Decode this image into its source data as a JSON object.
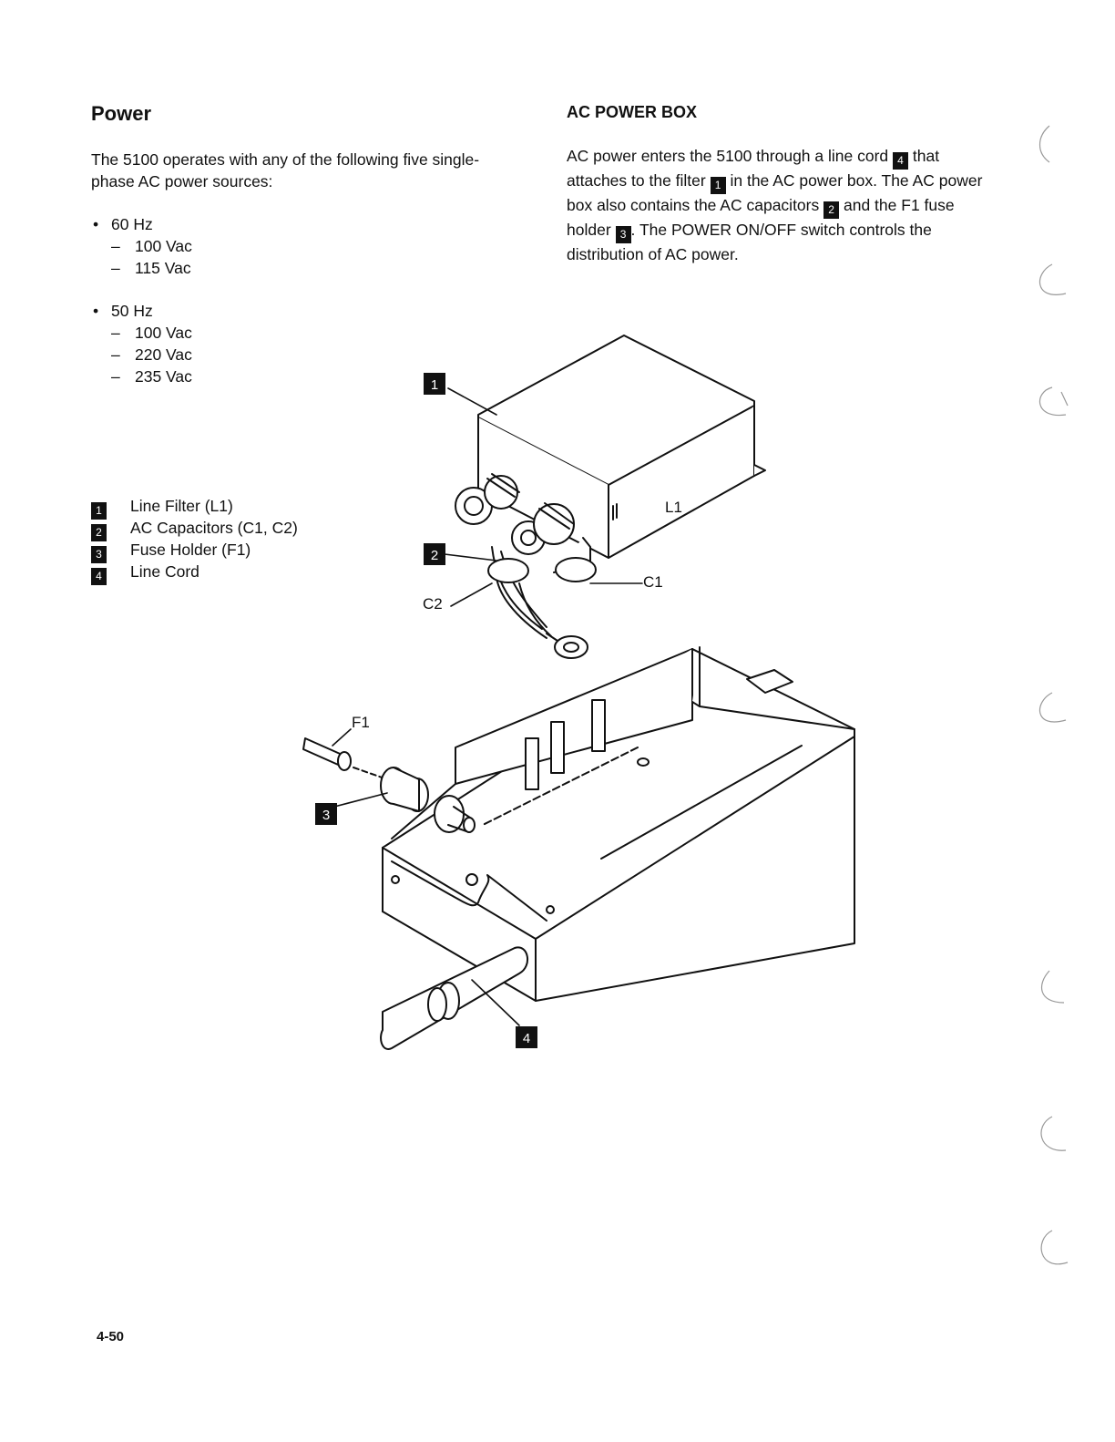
{
  "left": {
    "title": "Power",
    "intro": "The 5100 operates with any of the following five single-phase AC power sources:",
    "sources": [
      {
        "freq": "60 Hz",
        "voltages": [
          "100 Vac",
          "115 Vac"
        ]
      },
      {
        "freq": "50 Hz",
        "voltages": [
          "100 Vac",
          "220 Vac",
          "235 Vac"
        ]
      }
    ],
    "dash": "–",
    "legend": [
      {
        "num": "1",
        "label": "Line Filter (L1)"
      },
      {
        "num": "2",
        "label": "AC Capacitors (C1, C2)"
      },
      {
        "num": "3",
        "label": "Fuse Holder (F1)"
      },
      {
        "num": "4",
        "label": "Line Cord"
      }
    ]
  },
  "right": {
    "title": "AC POWER BOX",
    "p1": "AC power enters the 5100 through a line cord",
    "m1": "4",
    "p2": "that attaches to the filter",
    "m2": "1",
    "p3": "in the AC power box. The AC power box also contains the AC capacitors",
    "m3": "2",
    "p4": "and the F1 fuse holder",
    "m4": "3",
    "p5": ". The POWER ON/OFF switch controls the distribution of AC power."
  },
  "figure": {
    "callouts": [
      "1",
      "2",
      "3",
      "4"
    ],
    "labels": {
      "l1": "L1",
      "c1": "C1",
      "c2": "C2",
      "f1": "F1"
    }
  },
  "footer": {
    "page_number": "4-50"
  }
}
